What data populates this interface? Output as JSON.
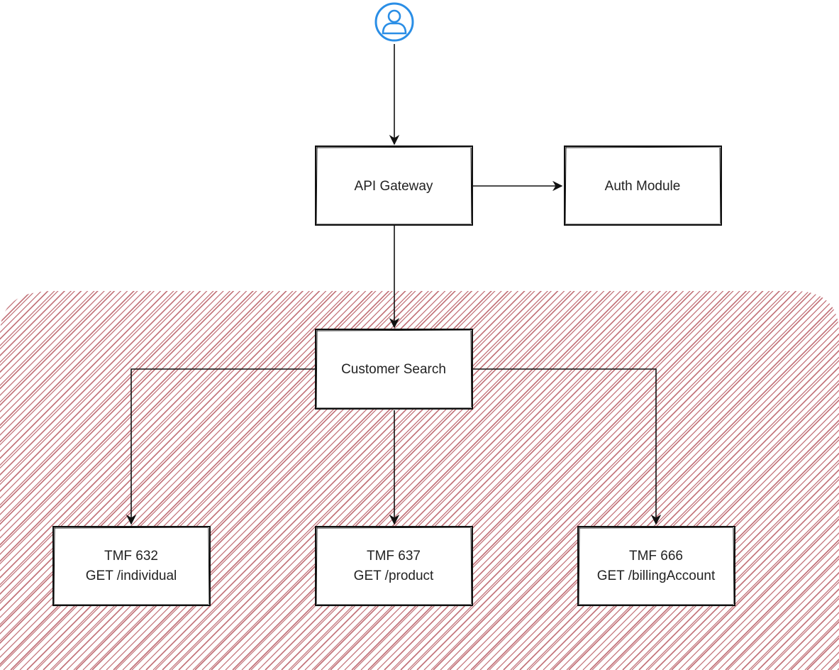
{
  "colors": {
    "zone_hatch": "#b5545c",
    "box_stroke": "#111111",
    "connector": "#111111",
    "user_icon": "#2a8ee6",
    "text": "#222222"
  },
  "icons": {
    "user": "user-circle-icon"
  },
  "nodes": {
    "api_gateway": {
      "line1": "API Gateway"
    },
    "auth_module": {
      "line1": "Auth Module"
    },
    "customer_search": {
      "line1": "Customer Search"
    },
    "tmf632": {
      "line1": "TMF 632",
      "line2": "GET /individual"
    },
    "tmf637": {
      "line1": "TMF 637",
      "line2": "GET /product"
    },
    "tmf666": {
      "line1": "TMF 666",
      "line2": "GET /billingAccount"
    }
  },
  "edges": [
    {
      "from": "user",
      "to": "api_gateway"
    },
    {
      "from": "api_gateway",
      "to": "auth_module"
    },
    {
      "from": "api_gateway",
      "to": "customer_search"
    },
    {
      "from": "customer_search",
      "to": "tmf632"
    },
    {
      "from": "customer_search",
      "to": "tmf637"
    },
    {
      "from": "customer_search",
      "to": "tmf666"
    }
  ]
}
